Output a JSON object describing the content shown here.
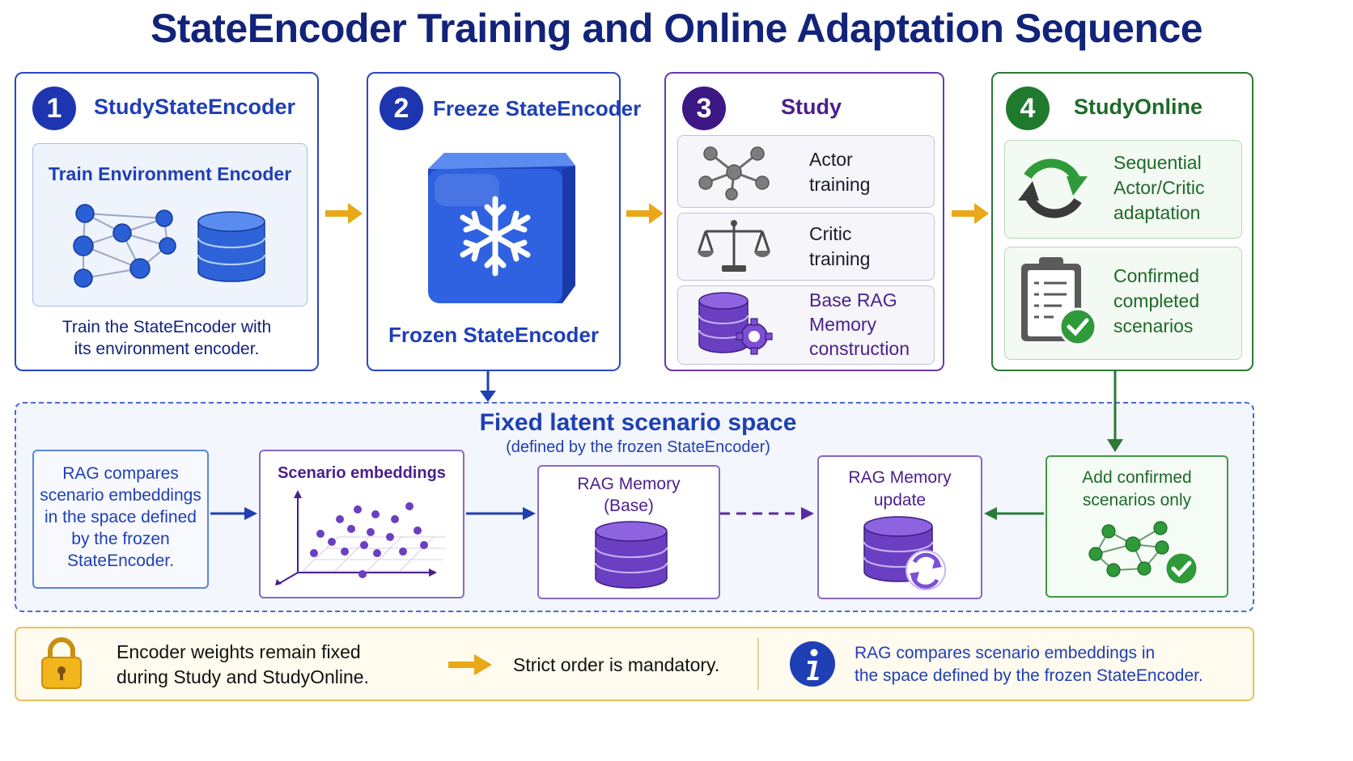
{
  "title": "StateEncoder Training and Online Adaptation Sequence",
  "steps": [
    {
      "number": "1",
      "title": "StudyStateEncoder",
      "inner_title": "Train Environment Encoder",
      "caption_line1": "Train the StateEncoder with",
      "caption_line2": "its environment encoder."
    },
    {
      "number": "2",
      "title": "Freeze StateEncoder",
      "caption": "Frozen StateEncoder"
    },
    {
      "number": "3",
      "title": "Study",
      "items": [
        {
          "line1": "Actor",
          "line2": "training",
          "icon": "network-nodes-icon"
        },
        {
          "line1": "Critic",
          "line2": "training",
          "icon": "balance-scale-icon"
        },
        {
          "line1": "Base RAG",
          "line2": "Memory",
          "line3": "construction",
          "icon": "database-gear-icon"
        }
      ]
    },
    {
      "number": "4",
      "title": "StudyOnline",
      "items": [
        {
          "line1": "Sequential",
          "line2": "Actor/Critic",
          "line3": "adaptation",
          "icon": "refresh-cycle-icon"
        },
        {
          "line1": "Confirmed",
          "line2": "completed",
          "line3": "scenarios",
          "icon": "clipboard-check-icon"
        }
      ]
    }
  ],
  "latent": {
    "title": "Fixed latent scenario space",
    "subtitle": "(defined by the frozen StateEncoder)",
    "rag_note": [
      "RAG compares",
      "scenario embeddings",
      "in the space defined",
      "by the frozen",
      "StateEncoder."
    ],
    "embeddings_label": "Scenario embeddings",
    "memory_base": [
      "RAG Memory",
      "(Base)"
    ],
    "memory_update": [
      "RAG Memory",
      "update"
    ],
    "add_confirmed": [
      "Add confirmed",
      "scenarios only"
    ]
  },
  "footer": {
    "lock_text": [
      "Encoder weights remain fixed",
      "during Study and StudyOnline."
    ],
    "order_text": "Strict order is mandatory.",
    "info_text": [
      "RAG compares scenario embeddings in",
      "the space defined by the frozen StateEncoder."
    ]
  },
  "colors": {
    "title": "#12237a",
    "blue": "#1f3fb4",
    "purple": "#4a1f8c",
    "green": "#1e6a2a",
    "arrow_orange": "#e8a818"
  }
}
